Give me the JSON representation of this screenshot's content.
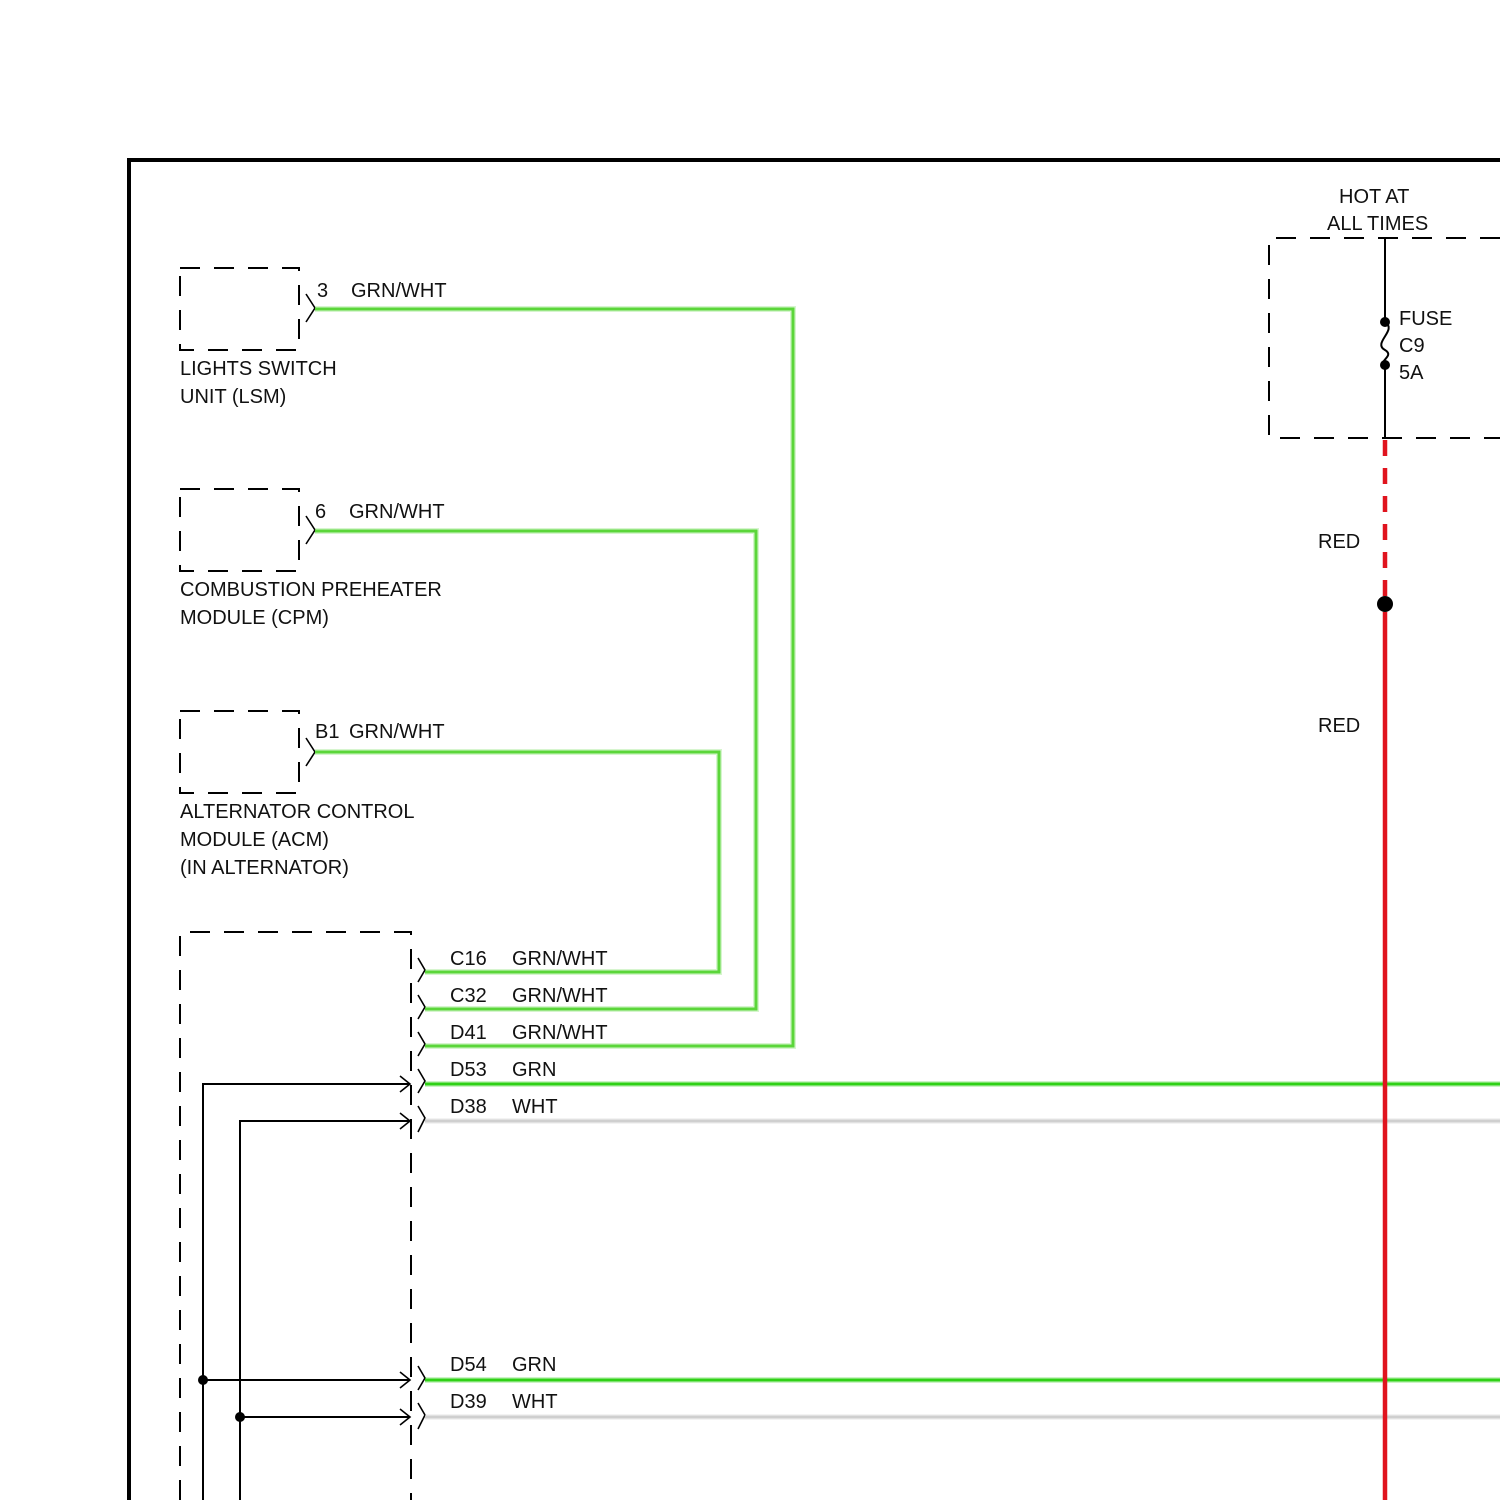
{
  "components": {
    "lsm": {
      "pin": "3",
      "wire": "GRN/WHT",
      "line1": "LIGHTS SWITCH",
      "line2": "UNIT (LSM)"
    },
    "cpm": {
      "pin": "6",
      "wire": "GRN/WHT",
      "line1": "COMBUSTION PREHEATER",
      "line2": "MODULE (CPM)"
    },
    "acm": {
      "pin": "B1",
      "wire": "GRN/WHT",
      "line1": "ALTERNATOR CONTROL",
      "line2": "MODULE (ACM)",
      "line3": "(IN ALTERNATOR)"
    }
  },
  "power": {
    "title1": "HOT AT",
    "title2": "ALL TIMES",
    "fuse1": "FUSE",
    "fuse2": "C9",
    "fuse3": "5A",
    "wire_upper": "RED",
    "wire_lower": "RED"
  },
  "module_pins": [
    {
      "pin": "C16",
      "wire": "GRN/WHT"
    },
    {
      "pin": "C32",
      "wire": "GRN/WHT"
    },
    {
      "pin": "D41",
      "wire": "GRN/WHT"
    },
    {
      "pin": "D53",
      "wire": "GRN"
    },
    {
      "pin": "D38",
      "wire": "WHT"
    },
    {
      "pin": "D54",
      "wire": "GRN"
    },
    {
      "pin": "D39",
      "wire": "WHT"
    }
  ],
  "colors": {
    "grn_wht": "#5bd63a",
    "grn": "#2fd116",
    "wht": "#cfcfcf",
    "red": "#e0141e"
  }
}
